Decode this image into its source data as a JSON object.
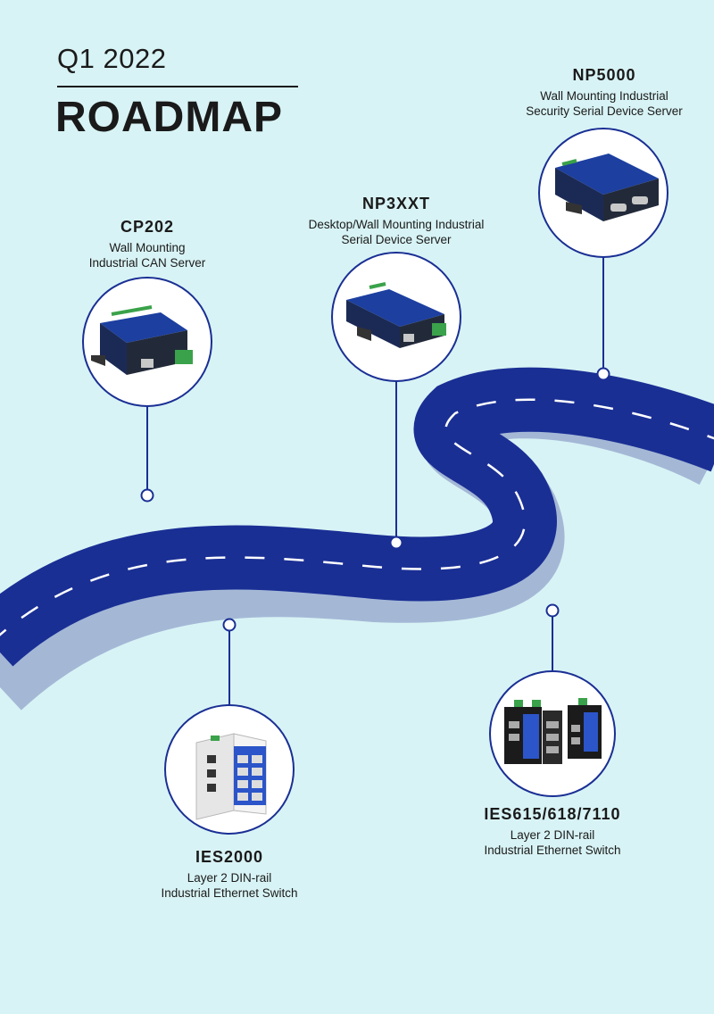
{
  "header": {
    "period": "Q1 2022",
    "title": "ROADMAP"
  },
  "colors": {
    "background": "#d8f3f5",
    "road": "#1a2f94",
    "road_shadow": "#a4b8d6",
    "ring": "#1a2f94"
  },
  "products": [
    {
      "name": "CP202",
      "desc_lines": [
        "Wall Mounting",
        "Industrial CAN Server"
      ],
      "icon": "serial-server-device-icon"
    },
    {
      "name": "NP3XXT",
      "desc_lines": [
        "Desktop/Wall Mounting Industrial",
        "Serial Device Server"
      ],
      "icon": "serial-server-device-icon"
    },
    {
      "name": "NP5000",
      "desc_lines": [
        "Wall Mounting Industrial",
        "Security Serial Device Server"
      ],
      "icon": "serial-server-device-icon"
    },
    {
      "name": "IES2000",
      "desc_lines": [
        "Layer 2 DIN-rail",
        "Industrial Ethernet Switch"
      ],
      "icon": "din-rail-switch-icon"
    },
    {
      "name": "IES615/618/7110",
      "desc_lines": [
        "Layer 2 DIN-rail",
        "Industrial Ethernet Switch"
      ],
      "icon": "din-rail-switch-icon"
    }
  ]
}
